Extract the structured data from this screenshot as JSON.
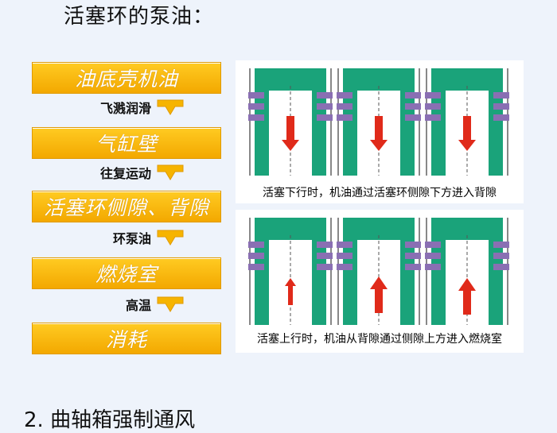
{
  "title": "活塞环的泵油：",
  "heading2": "2. 曲轴箱强制通风",
  "flow": {
    "boxes": [
      "油底壳机油",
      "气缸壁",
      "活塞环侧隙、背隙",
      "燃烧室",
      "消耗"
    ],
    "steps": [
      "飞溅润滑",
      "往复运动",
      "环泵油",
      "高温"
    ]
  },
  "panels": {
    "top_caption": "活塞下行时，机油通过活塞环侧隙下方进入背隙",
    "bottom_caption": "活塞上行时，机油从背隙通过侧隙上方进入燃烧室"
  },
  "colors": {
    "box_fill": "#f6b400",
    "piston": "#1aa37a",
    "ring": "#8a6fb3",
    "arrow": "#e02a1a"
  }
}
